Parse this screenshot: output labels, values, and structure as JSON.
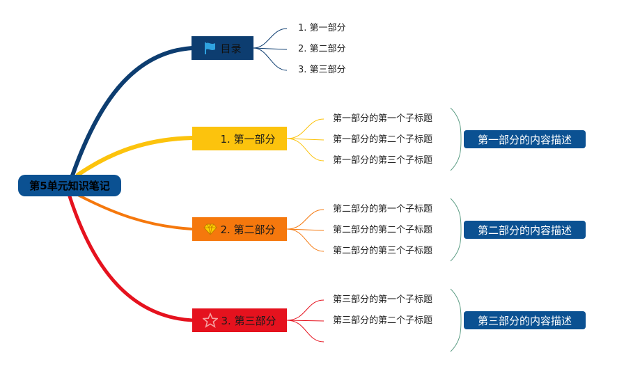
{
  "root": {
    "label": "第5单元知识笔记"
  },
  "toc": {
    "label": "目录",
    "icon": "flag-icon",
    "color": "#0d3d70",
    "items": [
      "1. 第一部分",
      "2. 第二部分",
      "3. 第三部分"
    ]
  },
  "sections": [
    {
      "label": "1. 第一部分",
      "icon": "",
      "color": "#fcc30d",
      "subtopics": [
        "第一部分的第一个子标题",
        "第一部分的第二个子标题",
        "第一部分的第三个子标题"
      ],
      "summary": "第一部分的内容描述"
    },
    {
      "label": "2. 第二部分",
      "icon": "diamond-icon",
      "color": "#f5780d",
      "subtopics": [
        "第二部分的第一个子标题",
        "第二部分的第二个子标题",
        "第二部分的第三个子标题"
      ],
      "summary": "第二部分的内容描述"
    },
    {
      "label": "3. 第三部分",
      "icon": "star-icon",
      "color": "#e5121e",
      "subtopics": [
        "第三部分的第一个子标题",
        "第三部分的第二个子标题",
        ""
      ],
      "summary": "第三部分的内容描述"
    }
  ]
}
